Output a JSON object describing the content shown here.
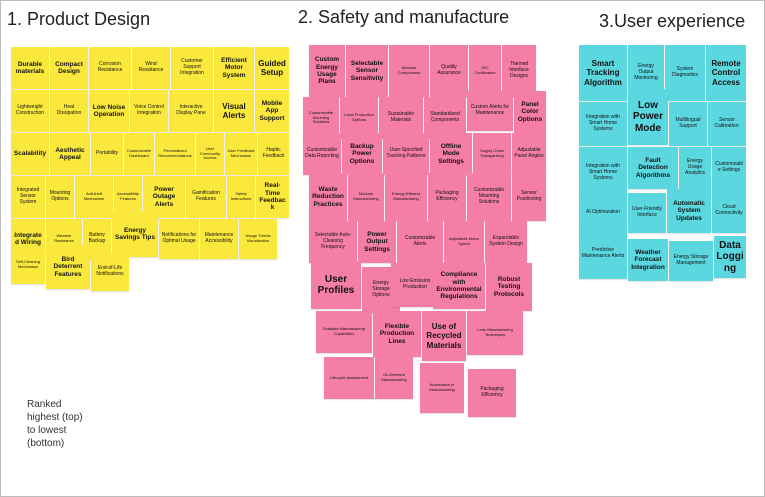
{
  "board": {
    "ranking_note": "Ranked highest (top) to lowest (bottom)",
    "colors": {
      "product_design": "#fbe83c",
      "safety_manufacture": "#f47ea6",
      "user_experience": "#5bd7e0"
    }
  },
  "columns": [
    {
      "title": "1. Product Design",
      "notes": [
        "Durable materials",
        "Compact Design",
        "Corrosion Resistance",
        "Wind Resistance",
        "Customer Support Integration",
        "Efficient Motor System",
        "Guided Setup",
        "Lightweight Construction",
        "Heat Dissipation",
        "Low Noise Operation",
        "Voice Control Integration",
        "Interactive Display Pane",
        "Visual Alerts",
        "Mobile App Support",
        "Scalability",
        "Aesthetic Appeal",
        "Portability",
        "Customizable Dashboard",
        "Personalized Recommendations",
        "User Community Access",
        "User Feedback Mechanism",
        "Haptic Feedback",
        "Integrated Sensor System",
        "Mounting Options",
        "Anti-theft Mechanism",
        "Accessibility Features",
        "Power Outage Alerts",
        "Gamification Features",
        "Safety Instructions",
        "Real-Time Feedback",
        "Integrated Wiring",
        "Weather Resistance",
        "Battery Backup",
        "Energy Savings Tips",
        "Notifications for Optimal Usage",
        "Maintenance Accessibility",
        "Usage Trends Visualization",
        "Self-Cleaning Mechanism",
        "Bird Deterrent Features",
        "End-of-Life Notifications"
      ]
    },
    {
      "title": "2. Safety and manufacture",
      "notes": [
        "Custom Energy Usage Plans",
        "Selectable Sensor Sensitivity",
        "Modular Components",
        "Quality Assurance",
        "ISO Certification",
        "Themed Interface Designs",
        "Customizable Mounting Solutions",
        "Local Production Options",
        "Sustainable Materials",
        "Standardized Components",
        "Custom Alerts for Maintenance",
        "Panel Color Options",
        "Customizable Data Reporting",
        "Backup Power Options",
        "User-Specified Tracking Patterns",
        "Offline Mode Settings",
        "Supply Chain Transparency",
        "Adjustable Panel Angles",
        "Waste Reduction Practices",
        "Modular Manufacturing",
        "Energy-Efficient Manufacturing",
        "Packaging Efficiency",
        "Customizable Mounting Solutions",
        "Sensor Positioning",
        "Selectable Auto-Cleaning Frequency",
        "Power Output Settings",
        "Customizable Alerts",
        "Adjustable Motor Speed",
        "Expandable System Design",
        "User Profiles",
        "Energy Storage Options",
        "Low Emission Production",
        "Compliance with Environmental Regulations",
        "Robust Testing Protocols",
        "Scalable Manufacturing Capabilities",
        "Flexible Production Lines",
        "Use of Recycled Materials",
        "Lean Manufacturing Techniques",
        "Lifecycle Assessment",
        "On-Demand Manufacturing",
        "Automation in Manufacturing",
        "Packaging Efficiency"
      ]
    },
    {
      "title": "3.User experience",
      "notes": [
        "Smart Tracking Algorithm",
        "Energy Output Monitoring",
        "System Diagnostics",
        "Remote Control Access",
        "Integration with Smart Home Systems",
        "Low Power Mode",
        "Multilingual Support",
        "Sensor Calibration:",
        "Integration with Smart Home Systems",
        "Fault Detection Algorithms",
        "Energy Usage Analytics",
        "Customizable Settings",
        "AI Optimization",
        "User-Friendly Interface",
        "Automatic System Updates",
        "Cloud Connectivity",
        "Predictive Maintenance Alerts",
        "Weather Forecast Integration",
        "Energy Storage Management",
        "Data Logging"
      ]
    }
  ]
}
